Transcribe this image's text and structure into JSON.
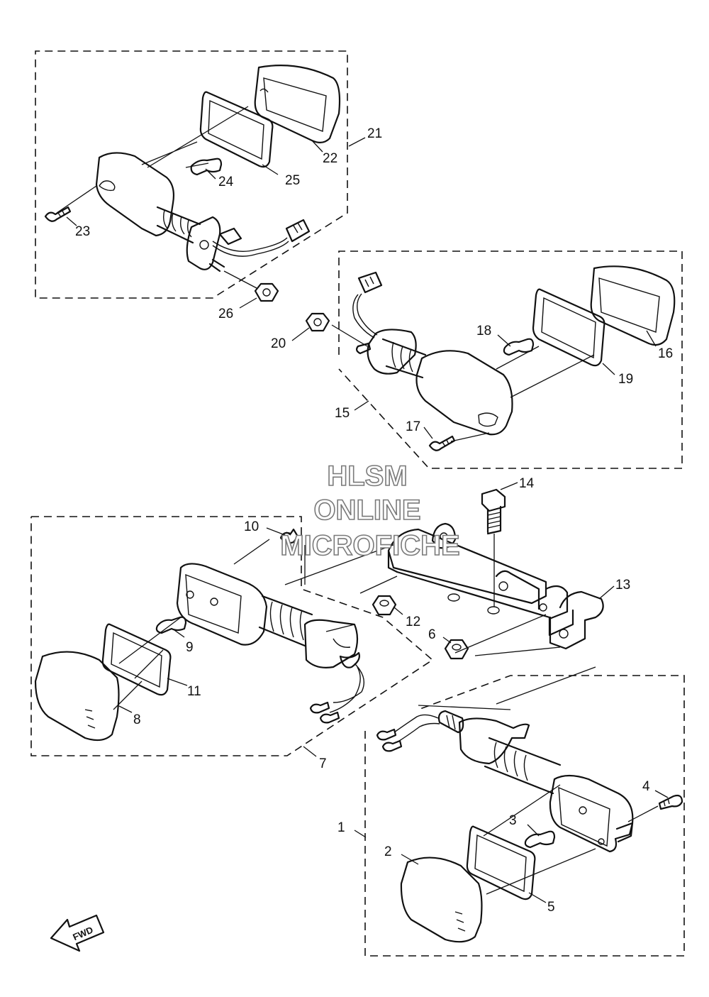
{
  "watermark": {
    "line1": "HLSM",
    "line2": "ONLINE",
    "line3": "MICROFICHE"
  },
  "direction_label": "FWD",
  "callouts": {
    "c1": "1",
    "c2": "2",
    "c3": "3",
    "c4": "4",
    "c5": "5",
    "c6": "6",
    "c7": "7",
    "c8": "8",
    "c9": "9",
    "c10": "10",
    "c11": "11",
    "c12": "12",
    "c13": "13",
    "c14": "14",
    "c15": "15",
    "c16": "16",
    "c17": "17",
    "c18": "18",
    "c19": "19",
    "c20": "20",
    "c21": "21",
    "c22": "22",
    "c23": "23",
    "c24": "24",
    "c25": "25",
    "c26": "26"
  }
}
